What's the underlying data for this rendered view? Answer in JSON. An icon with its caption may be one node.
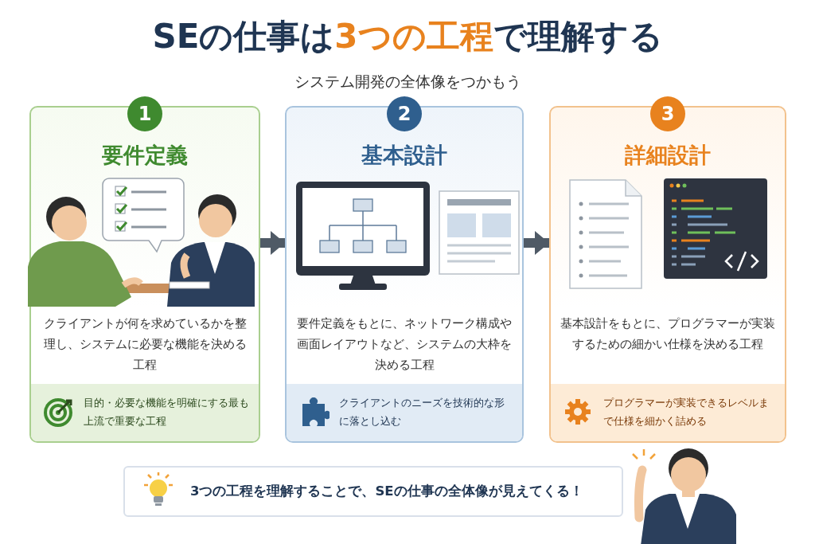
{
  "diagram": {
    "title": "SEの仕事は**3つの工程**で理解する",
    "nodes": [
      {
        "text": [
          "要件定義",
          "クライアントが何を求めているかを整理し、システムに必要な機能を決める工程"
        ]
      },
      {
        "text": [
          "1"
        ],
        "in": 0
      },
      {
        "text": [
          "目的・必要な機能を明確にする最も上流で重要な工程"
        ],
        "in": 0
      },
      {
        "text": [
          "基本設計",
          "要件定義をもとに、ネットワーク構成や画面レイアウトなど、システムの大枠を決める工程"
        ]
      },
      {
        "text": [
          "2"
        ],
        "in": 3
      },
      {
        "text": [
          "クライアントのニーズを技術的な形に落とし込む"
        ],
        "in": 3
      },
      {
        "text": [
          "詳細設計",
          "基本設計をもとに、プログラマーが実装するための細かい仕様を決める工程"
        ]
      },
      {
        "text": [
          "3"
        ],
        "in": 6
      },
      {
        "text": [
          "プログラマーが実装できるレベルまで仕様を細かく詰める"
        ],
        "in": 6
      },
      {
        "text": [
          "3つの工程を理解することで、SEの仕事の全体像が見えてくる！"
        ]
      }
    ],
    "edges": [
      {
        "from": 0,
        "to": 3,
        "arrow": "to"
      },
      {
        "from": 3,
        "to": 6,
        "arrow": "to"
      }
    ],
    "labels": [
      "システム開発の全体像をつかもう"
    ]
  }
}
